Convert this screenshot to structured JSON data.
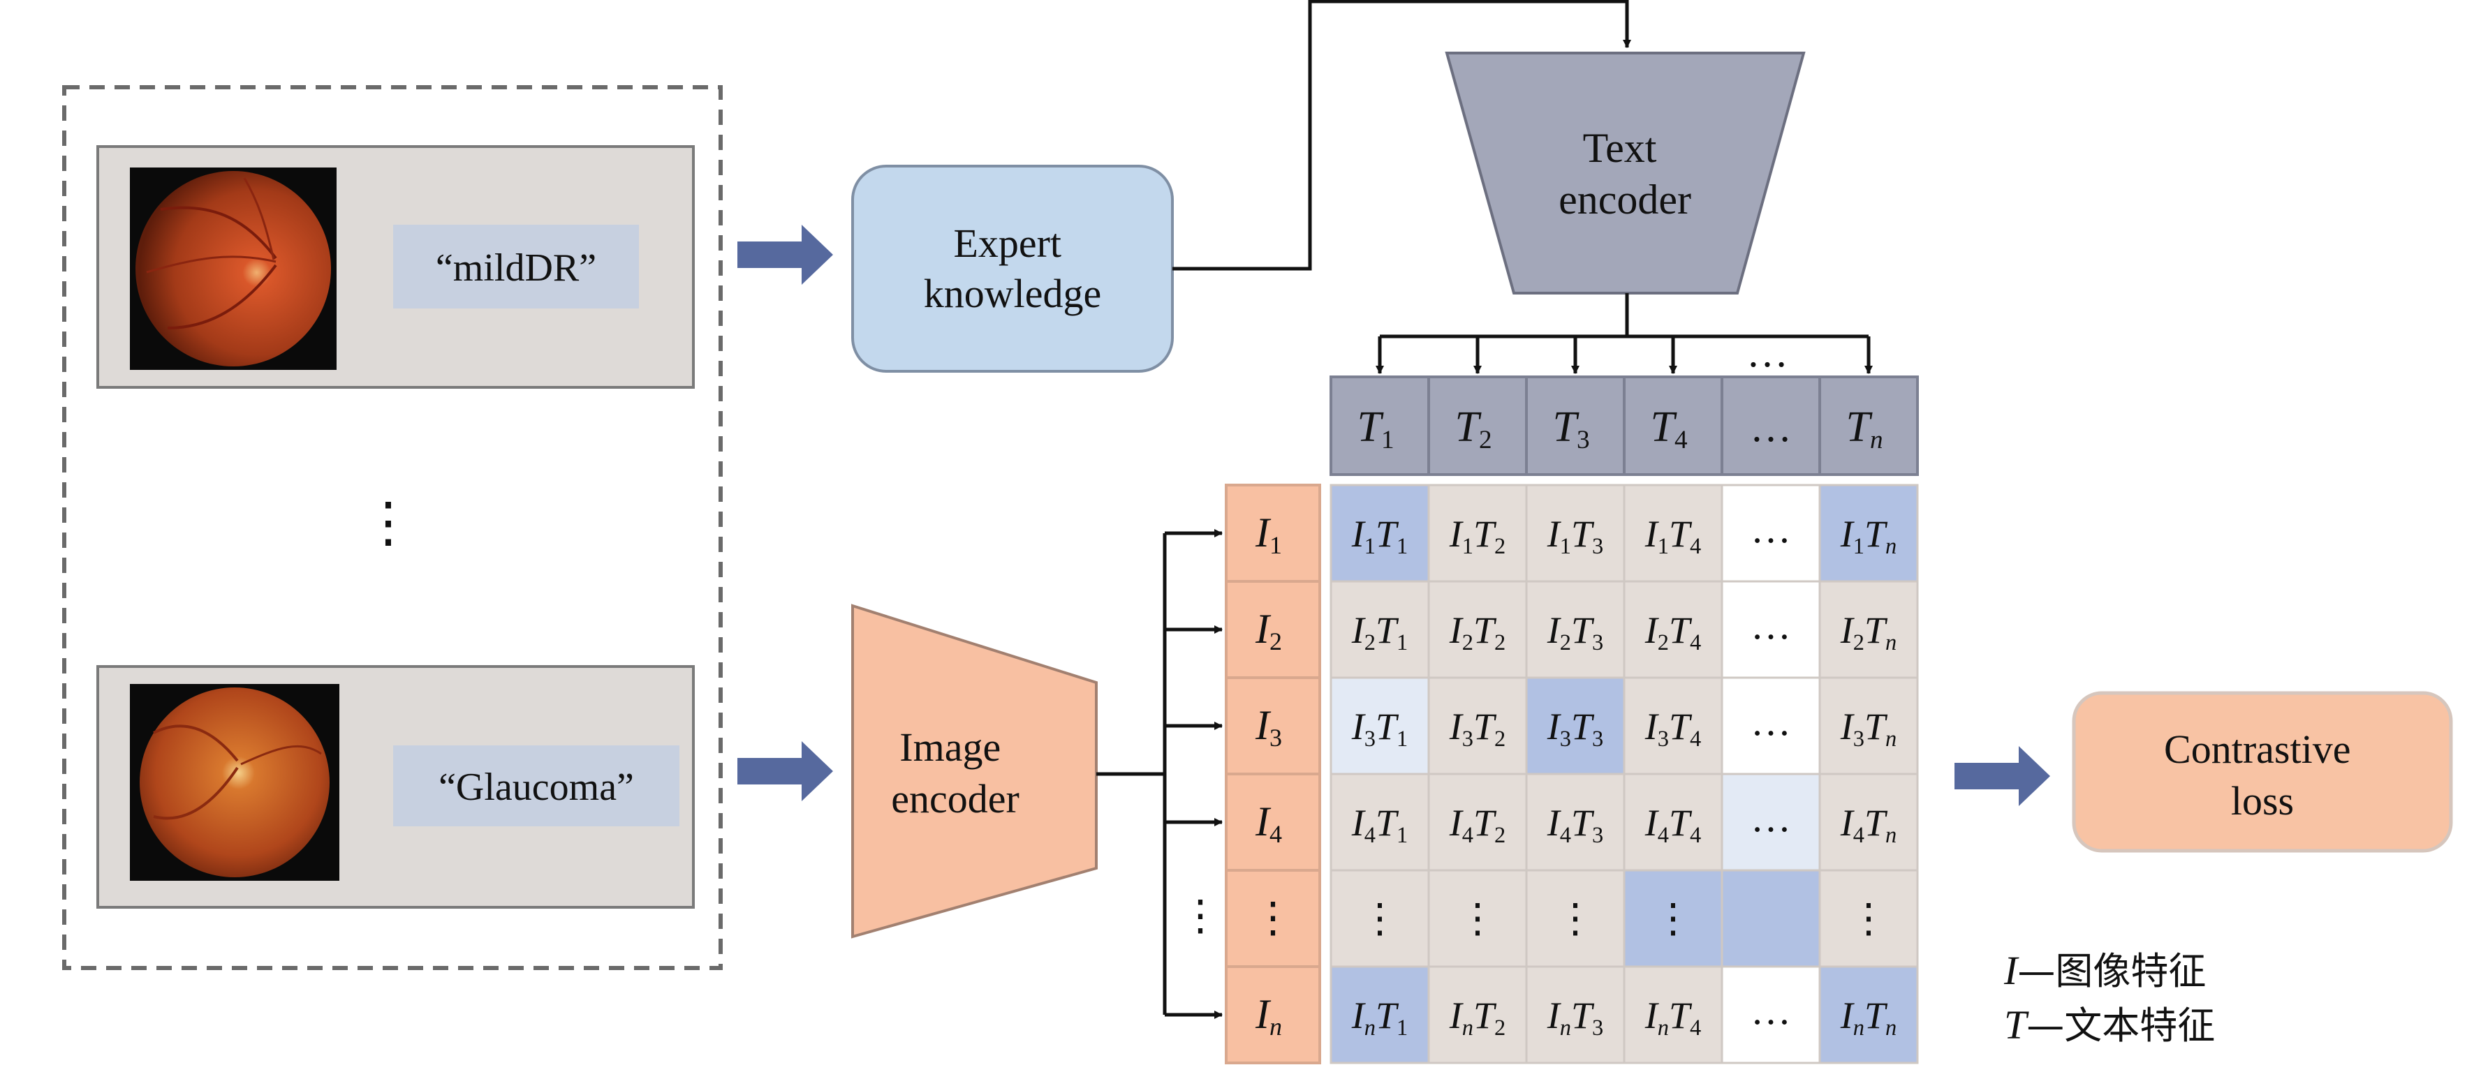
{
  "inputs": [
    {
      "label": "“mildDR”",
      "image": "fundus-photo"
    },
    {
      "label": "“Glaucoma”",
      "image": "fundus-photo"
    }
  ],
  "vertical_ellipsis": "⋮",
  "horizontal_ellipsis": "…",
  "expert_knowledge": [
    "Expert",
    "knowledge"
  ],
  "text_encoder": [
    "Text",
    "encoder"
  ],
  "image_encoder": [
    "Image",
    "encoder"
  ],
  "contrastive_loss": [
    "Contrastive",
    "loss"
  ],
  "text_feature_subscripts": [
    "1",
    "2",
    "3",
    "4",
    "…",
    "n"
  ],
  "image_feature_subscripts": [
    "1",
    "2",
    "3",
    "4",
    "⋮",
    "n"
  ],
  "feature_letters": {
    "image": "I",
    "text": "T"
  },
  "legend": [
    {
      "symbol": "I",
      "text": "—图像特征"
    },
    {
      "symbol": "T",
      "text": "—文本特征"
    }
  ],
  "colors": {
    "panel": "#dedad7",
    "label_box": "#c7d0e0",
    "expert_box": "#c3d8ed",
    "text_encoder": "#a3a7b9",
    "image_encoder": "#f8c0a2",
    "loss_box": "#f8c3a4",
    "matrix_gray": "#e4ddd8",
    "matrix_blue": "#b1c1e3",
    "matrix_light_blue": "#e3eaf5",
    "arrow_fill": "#56699e"
  }
}
